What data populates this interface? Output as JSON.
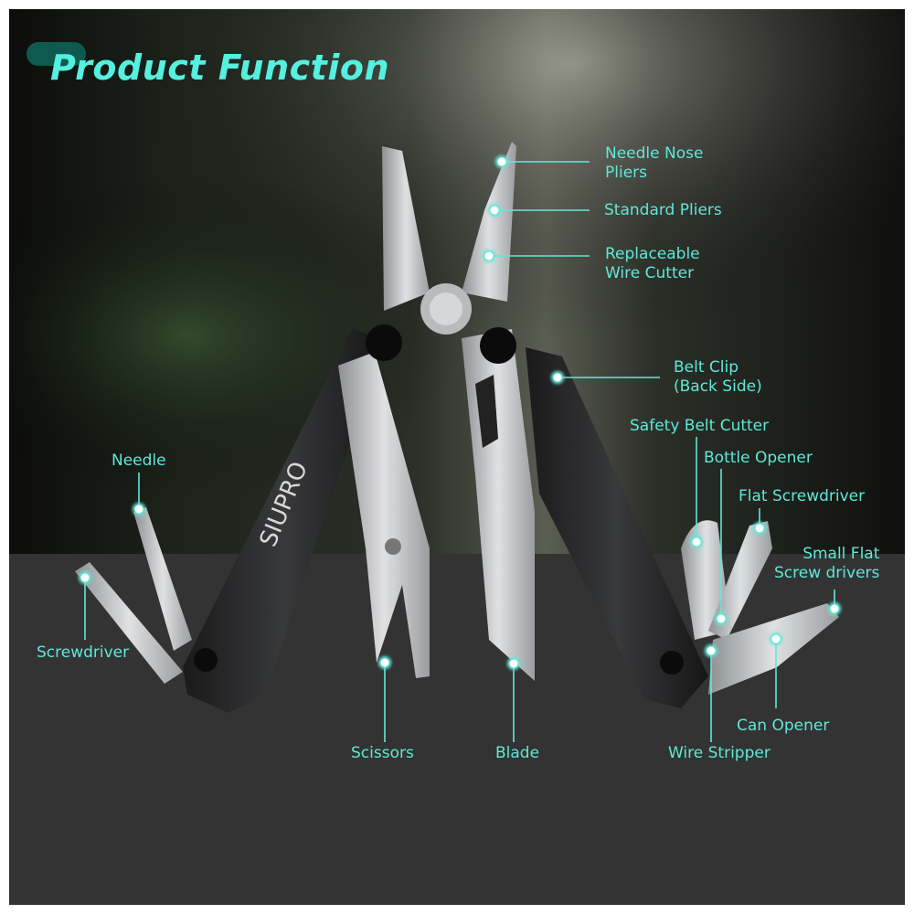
{
  "title": "Product Function",
  "brand": "SIUPRO",
  "colors": {
    "accent": "#5fe8d8",
    "title": "#55f0df",
    "floor": "#333333"
  },
  "labels": {
    "needle_nose_pliers": [
      "Needle Nose",
      "Pliers"
    ],
    "standard_pliers": "Standard Pliers",
    "replaceable_wire_cutter": [
      "Replaceable",
      "Wire Cutter"
    ],
    "belt_clip": [
      "Belt Clip",
      "(Back Side)"
    ],
    "safety_belt_cutter": "Safety Belt Cutter",
    "bottle_opener": "Bottle Opener",
    "flat_screwdriver": "Flat Screwdriver",
    "small_flat_screwdrivers": [
      "Small Flat",
      "Screw drivers"
    ],
    "can_opener": "Can Opener",
    "wire_stripper": "Wire Stripper",
    "blade": "Blade",
    "scissors": "Scissors",
    "screwdriver": "Screwdriver",
    "needle": "Needle"
  }
}
